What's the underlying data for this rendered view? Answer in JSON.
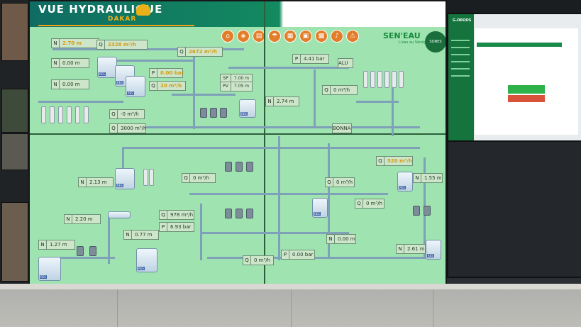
{
  "header": {
    "title": "VUE HYDRAULIQUE",
    "subtitle": "DAKAR",
    "brand": "SEN'EAU",
    "brand_sub": "L'eau au Sénégal",
    "sones": "SONES"
  },
  "nav_icons": [
    "home-icon",
    "map-icon",
    "chart-icon",
    "tap-icon",
    "document-icon",
    "report-icon",
    "grid-icon",
    "bell-icon",
    "alarm-icon"
  ],
  "readings": {
    "n1": {
      "k": "N",
      "v": "2.70 m"
    },
    "q1": {
      "k": "Q",
      "v": "2328 m³/h"
    },
    "n2": {
      "k": "N",
      "v": "0.00 m"
    },
    "n3": {
      "k": "N",
      "v": "0.00 m"
    },
    "q2": {
      "k": "Q",
      "v": "2672 m³/h"
    },
    "p1": {
      "k": "P",
      "v": "0.00 bar"
    },
    "q3": {
      "k": "Q",
      "v": "20 m³/h"
    },
    "sp": {
      "k": "SP",
      "v": "7.00 m"
    },
    "pv": {
      "k": "PV",
      "v": "7.05 m"
    },
    "q4": {
      "k": "Q",
      "v": "-0 m³/h"
    },
    "q5": {
      "k": "Q",
      "v": "3000 m³/h"
    },
    "p2": {
      "k": "P",
      "v": "4.41 bar"
    },
    "q6": {
      "k": "Q",
      "v": "0 m³/h"
    },
    "n4": {
      "k": "N",
      "v": "2.74 m"
    },
    "bonna": "BONNA",
    "alu": "ALU",
    "n5": {
      "k": "N",
      "v": "2.13 m"
    },
    "q7": {
      "k": "Q",
      "v": "0 m³/h"
    },
    "q8": {
      "k": "Q",
      "v": "0 m³/h"
    },
    "q9": {
      "k": "Q",
      "v": "0 m³/h"
    },
    "q10": {
      "k": "Q",
      "v": "520 m³/h"
    },
    "n6": {
      "k": "N",
      "v": "1.55 m"
    },
    "n7": {
      "k": "N",
      "v": "2.20 m"
    },
    "q11": {
      "k": "Q",
      "v": "978 m³/h"
    },
    "p3": {
      "k": "P",
      "v": "6.93 bar"
    },
    "n8": {
      "k": "N",
      "v": "0.77 m"
    },
    "n9": {
      "k": "N",
      "v": "1.27 m"
    },
    "n10": {
      "k": "N",
      "v": "0.00 m"
    },
    "p4": {
      "k": "P",
      "v": "0.00 bar"
    },
    "q12": {
      "k": "Q",
      "v": "0 m³/h"
    },
    "n11": {
      "k": "N",
      "v": "2.61 m"
    }
  },
  "colors": {
    "screen_bg": "#9fe3b0",
    "header_teal": "#0f6c63",
    "accent_orange": "#e37d28",
    "value_yellow": "#d79a12",
    "pipe": "#7fa0b9",
    "brand_green": "#178a3d"
  },
  "side_monitor": {
    "title": "G-OROOS"
  }
}
